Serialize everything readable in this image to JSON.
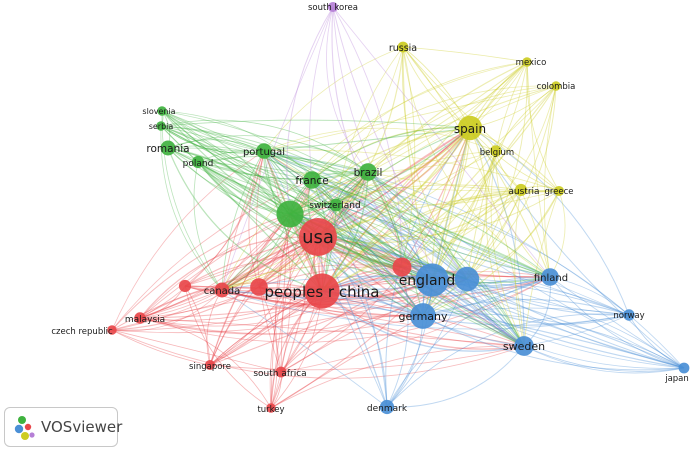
{
  "colors": {
    "red": "#e8464a",
    "green": "#3fb23f",
    "blue": "#4a8fd6",
    "yellow": "#cccc22",
    "purple": "#b57fd6"
  },
  "nodes": [
    {
      "id": "usa",
      "label": "usa",
      "cluster": "red",
      "weight": 5
    },
    {
      "id": "peoples-r-china",
      "label": "peoples r china",
      "cluster": "red",
      "weight": 4.6
    },
    {
      "id": "canada",
      "label": "canada",
      "cluster": "red",
      "weight": 1.6
    },
    {
      "id": "malaysia",
      "label": "malaysia",
      "cluster": "red",
      "weight": 1.1
    },
    {
      "id": "czech-republic",
      "label": "czech republic",
      "cluster": "red",
      "weight": 0.8
    },
    {
      "id": "singapore",
      "label": "singapore",
      "cluster": "red",
      "weight": 0.9
    },
    {
      "id": "south-africa",
      "label": "south africa",
      "cluster": "red",
      "weight": 1.0
    },
    {
      "id": "turkey",
      "label": "turkey",
      "cluster": "red",
      "weight": 0.8
    },
    {
      "id": "red-minor-a",
      "label": "",
      "cluster": "red",
      "weight": 1.2
    },
    {
      "id": "red-minor-b",
      "label": "",
      "cluster": "red",
      "weight": 2.0
    },
    {
      "id": "red-minor-c",
      "label": "",
      "cluster": "red",
      "weight": 2.2
    },
    {
      "id": "england",
      "label": "england",
      "cluster": "blue",
      "weight": 4.3
    },
    {
      "id": "germany",
      "label": "germany",
      "cluster": "blue",
      "weight": 3.2
    },
    {
      "id": "sweden",
      "label": "sweden",
      "cluster": "blue",
      "weight": 2.3
    },
    {
      "id": "finland",
      "label": "finland",
      "cluster": "blue",
      "weight": 2.0
    },
    {
      "id": "norway",
      "label": "norway",
      "cluster": "blue",
      "weight": 1.1
    },
    {
      "id": "japan",
      "label": "japan",
      "cluster": "blue",
      "weight": 1.0
    },
    {
      "id": "denmark",
      "label": "denmark",
      "cluster": "blue",
      "weight": 1.5
    },
    {
      "id": "blue-minor-a",
      "label": "",
      "cluster": "blue",
      "weight": 3.0
    },
    {
      "id": "spain",
      "label": "spain",
      "cluster": "yellow",
      "weight": 3.0
    },
    {
      "id": "russia",
      "label": "russia",
      "cluster": "yellow",
      "weight": 1.0
    },
    {
      "id": "mexico",
      "label": "mexico",
      "cluster": "yellow",
      "weight": 0.8
    },
    {
      "id": "colombia",
      "label": "colombia",
      "cluster": "yellow",
      "weight": 0.8
    },
    {
      "id": "belgium",
      "label": "belgium",
      "cluster": "yellow",
      "weight": 1.1
    },
    {
      "id": "austria",
      "label": "austria",
      "cluster": "yellow",
      "weight": 1.2
    },
    {
      "id": "greece",
      "label": "greece",
      "cluster": "yellow",
      "weight": 0.9
    },
    {
      "id": "romania",
      "label": "romania",
      "cluster": "green",
      "weight": 1.6
    },
    {
      "id": "portugal",
      "label": "portugal",
      "cluster": "green",
      "weight": 1.7
    },
    {
      "id": "slovenia",
      "label": "slovenia",
      "cluster": "green",
      "weight": 0.8
    },
    {
      "id": "serbia",
      "label": "serbia",
      "cluster": "green",
      "weight": 0.8
    },
    {
      "id": "poland",
      "label": "poland",
      "cluster": "green",
      "weight": 1.2
    },
    {
      "id": "france",
      "label": "france",
      "cluster": "green",
      "weight": 2.0
    },
    {
      "id": "brazil",
      "label": "brazil",
      "cluster": "green",
      "weight": 2.0
    },
    {
      "id": "switzerland",
      "label": "switzerland",
      "cluster": "green",
      "weight": 1.3
    },
    {
      "id": "green-minor-a",
      "label": "",
      "cluster": "green",
      "weight": 3.4
    },
    {
      "id": "south-korea",
      "label": "south korea",
      "cluster": "purple",
      "weight": 0.9
    }
  ],
  "logo": {
    "text": "VOSviewer"
  }
}
